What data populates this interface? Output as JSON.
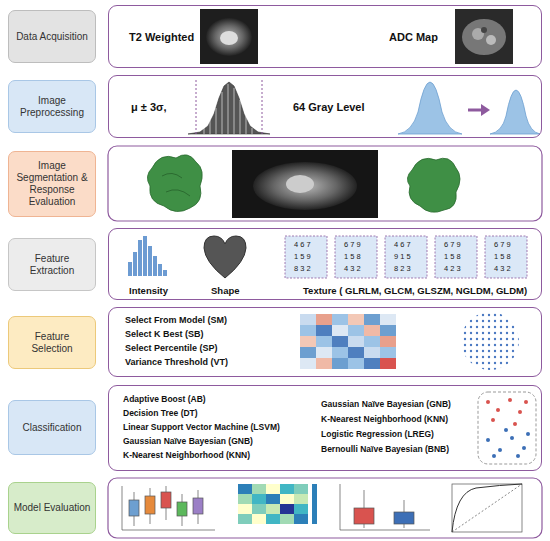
{
  "diagram": {
    "nodes": [
      {
        "text": [
          "Data Acquisition"
        ]
      },
      {
        "text": [
          "T2 Weighted",
          "ADC Map"
        ]
      },
      {
        "text": [
          "Image Preprocessing"
        ]
      },
      {
        "text": [
          "μ ± 3σ,",
          "64 Gray Level"
        ]
      },
      {
        "text": [
          "Image Segmentation & Response Evaluation"
        ]
      },
      {
        "text": [
          "Feature Extraction"
        ]
      },
      {
        "text": [
          "Intensity",
          "Shape",
          "Texture ( GLRLM, GLCM, GLSZM, NGLDM, GLDM)"
        ]
      },
      {
        "text": [
          "Feature Selection"
        ]
      },
      {
        "text": [
          "Select From Model (SM)",
          "Select K Best (SB)",
          "Select Percentile (SP)",
          "Variance Threshold (VT)"
        ]
      },
      {
        "text": [
          "Classification"
        ]
      },
      {
        "text": [
          "Adaptive Boost (AB)",
          "Decision Tree (DT)",
          "Linear Support Vector Machine (LSVM)",
          "Gaussian Naïve Bayesian (GNB)",
          "K-Nearest Neighborhood (KNN)",
          "Gaussian Naïve Bayesian (GNB)",
          "K-Nearest Neighborhood (KNN)",
          "Logistic Regression (LREG)",
          "Bernoulli Naïve Bayesian (BNB)"
        ]
      },
      {
        "text": [
          "Model Evaluation"
        ]
      }
    ],
    "labels": [
      "4 6 7",
      "1 5 9",
      "8 3 2",
      "6 7 9",
      "1 5 8",
      "4 3 2",
      "4 6 7",
      "9 1 5",
      "8 2 3",
      "6 7 9",
      "1 5 8",
      "4 2 3",
      "6 7 9",
      "1 5 8",
      "4 3 2"
    ]
  }
}
